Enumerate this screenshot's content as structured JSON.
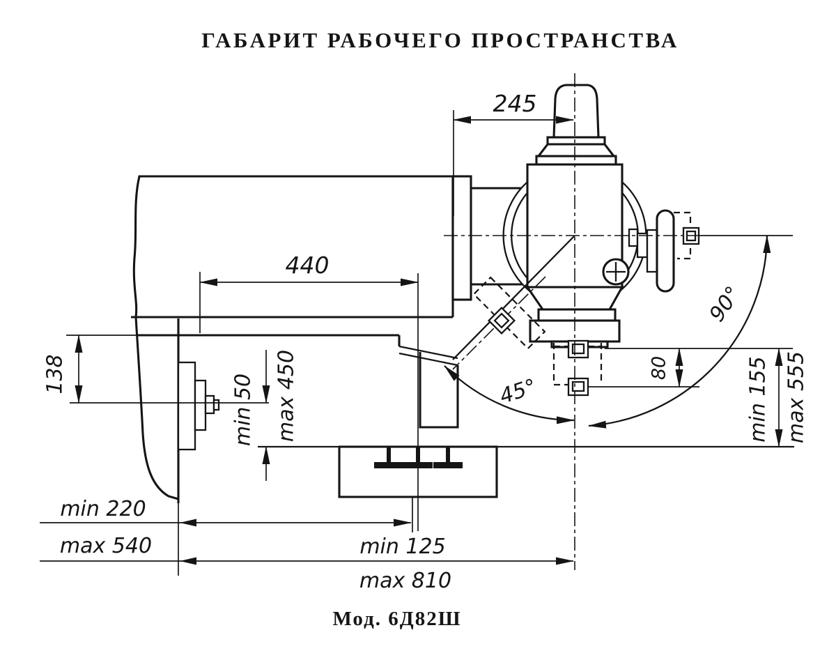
{
  "title": "ГАБАРИТ РАБОЧЕГО ПРОСТРАНСТВА",
  "caption": "Мод. 6Д82Ш",
  "colors": {
    "ink": "#151515",
    "paper": "#ffffff"
  },
  "labels": {
    "overarm_245": "245",
    "length_440": "440",
    "height_138": "138",
    "gap_min_50": "min 50",
    "gap_max_450": "max 450",
    "swivel_45": "45°",
    "swivel_90": "90°",
    "nose_80": "80",
    "clearance_min_155": "min 155",
    "clearance_max_555": "max 555",
    "reach_min_220": "min 220",
    "reach_max_540": "max 540",
    "travel_min_125": "min 125",
    "travel_max_810": "max 810"
  }
}
